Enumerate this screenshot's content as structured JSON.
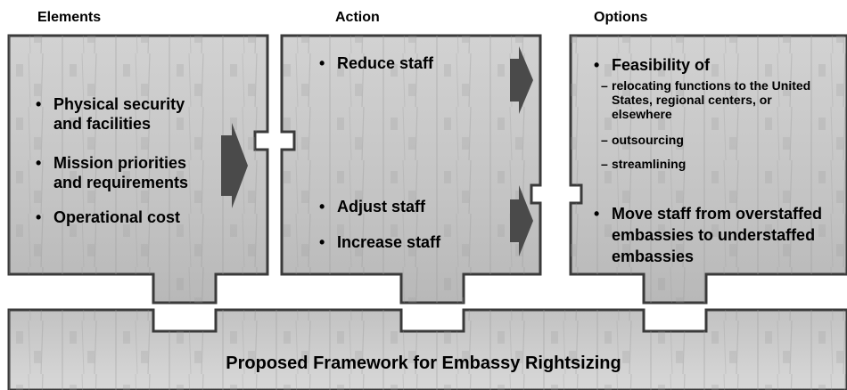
{
  "headers": {
    "elements": "Elements",
    "action": "Action",
    "options": "Options"
  },
  "elements": {
    "items": [
      "Physical security and facilities",
      "Mission priorities and requirements",
      "Operational cost"
    ]
  },
  "action": {
    "items": [
      "Reduce staff",
      "Adjust staff",
      "Increase staff"
    ]
  },
  "options": {
    "feasibility": "Feasibility of",
    "subitems": [
      "relocating functions to the United States, regional centers, or elsewhere",
      "outsourcing",
      "streamlining"
    ],
    "move_staff": "Move staff from overstaffed embassies to understaffed embassies"
  },
  "footer": {
    "title": "Proposed Framework for Embassy Rightsizing"
  },
  "colors": {
    "panel_fill": "#c9c9c9",
    "panel_edge": "#3a3a3a",
    "arrow": "#4a4a4a",
    "texture": "#a8a8a8"
  }
}
